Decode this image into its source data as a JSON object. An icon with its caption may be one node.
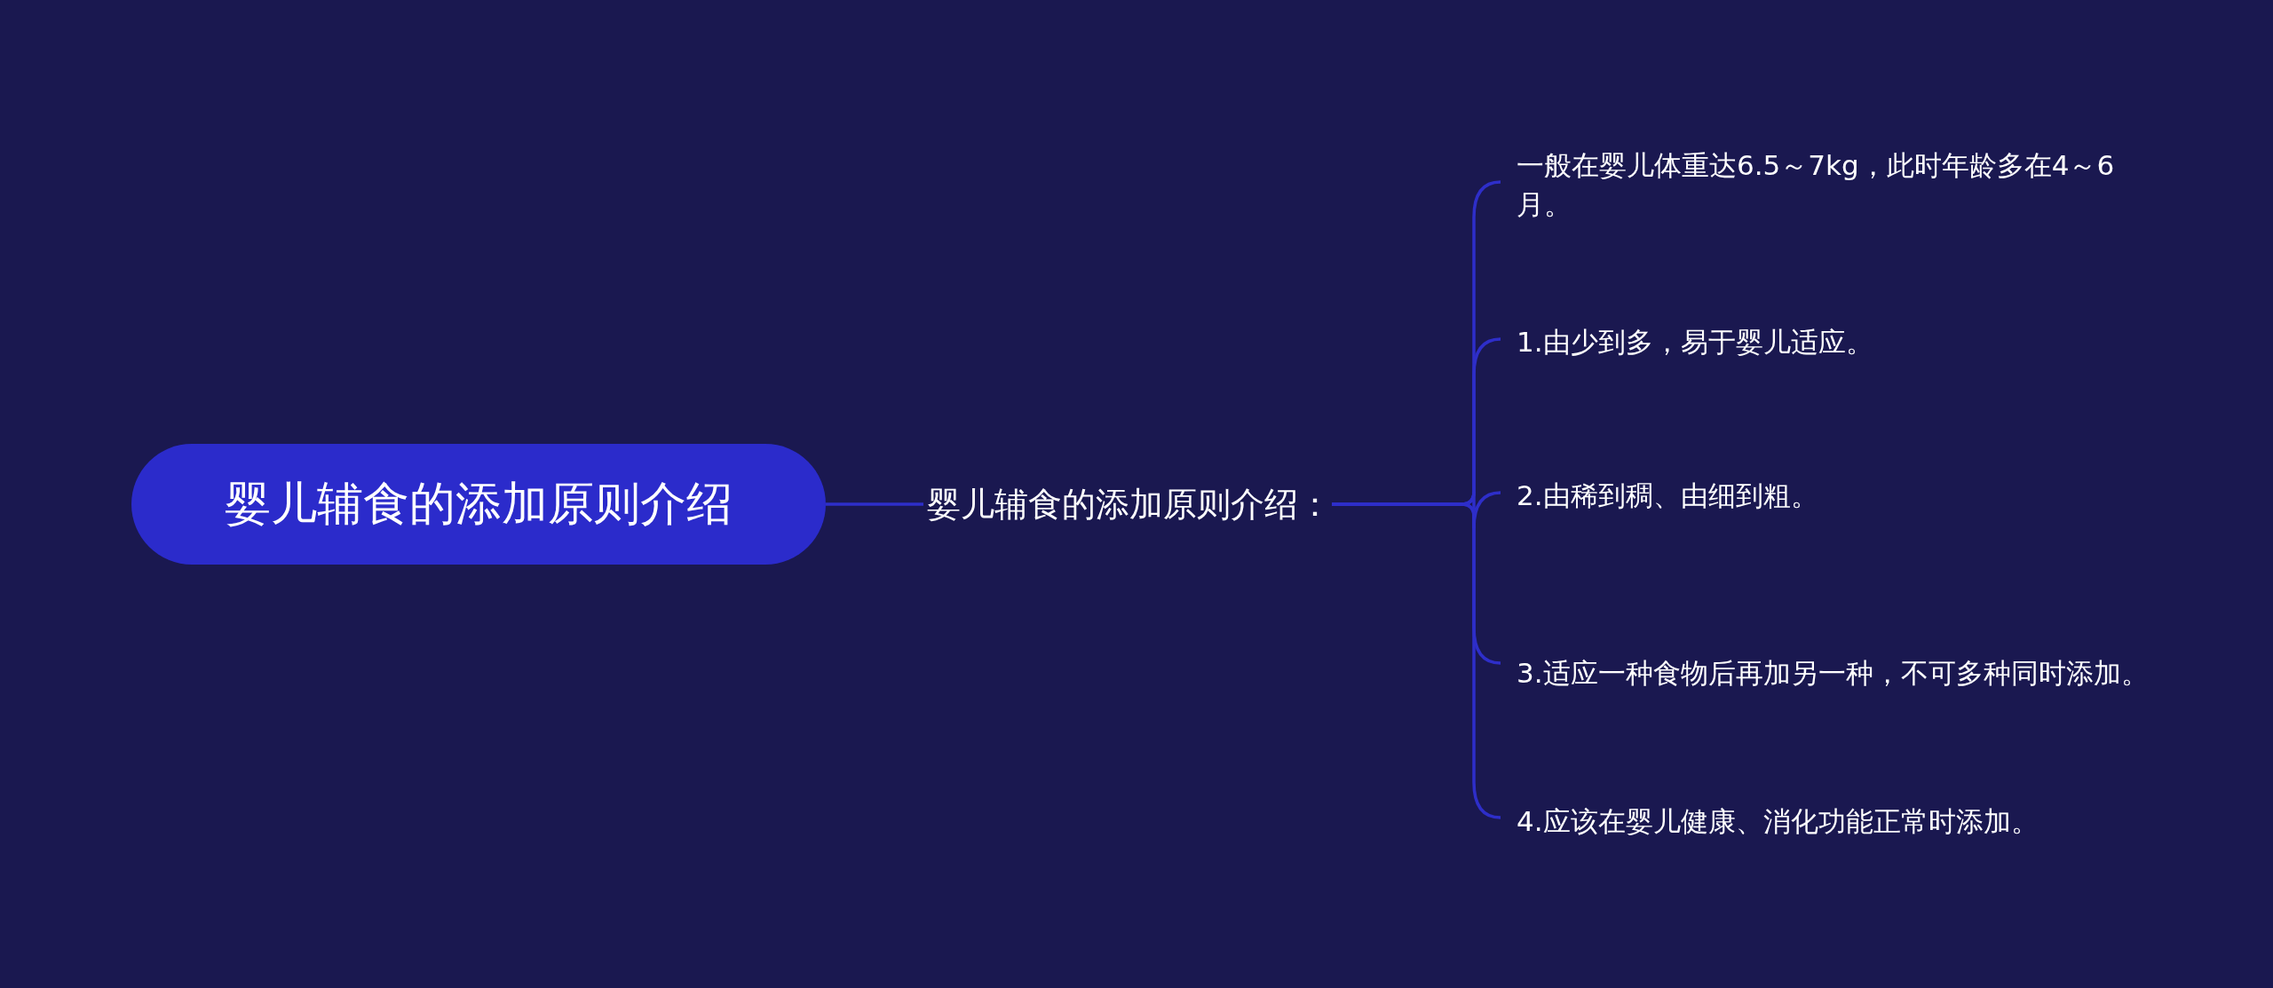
{
  "diagram": {
    "nodes": [
      {
        "text": [
          "婴儿辅食的添加原则介绍"
        ]
      },
      {
        "text": [
          "婴儿辅食的添加原则介绍："
        ]
      },
      {
        "text": [
          "一般在婴儿体重达6.5～7kg，此时年龄多在4～6月。"
        ]
      },
      {
        "text": [
          "1.由少到多，易于婴儿适应。"
        ]
      },
      {
        "text": [
          "2.由稀到稠、由细到粗。"
        ]
      },
      {
        "text": [
          "3.适应一种食物后再加另一种，不可多种同时添加。"
        ]
      },
      {
        "text": [
          "4.应该在婴儿健康、消化功能正常时添加。"
        ]
      }
    ],
    "edges": [
      {
        "from": 0,
        "to": 1,
        "arrow": "none"
      },
      {
        "from": 1,
        "to": 2,
        "arrow": "none"
      },
      {
        "from": 1,
        "to": 3,
        "arrow": "none"
      },
      {
        "from": 1,
        "to": 4,
        "arrow": "none"
      },
      {
        "from": 1,
        "to": 5,
        "arrow": "none"
      },
      {
        "from": 1,
        "to": 6,
        "arrow": "none"
      }
    ]
  }
}
